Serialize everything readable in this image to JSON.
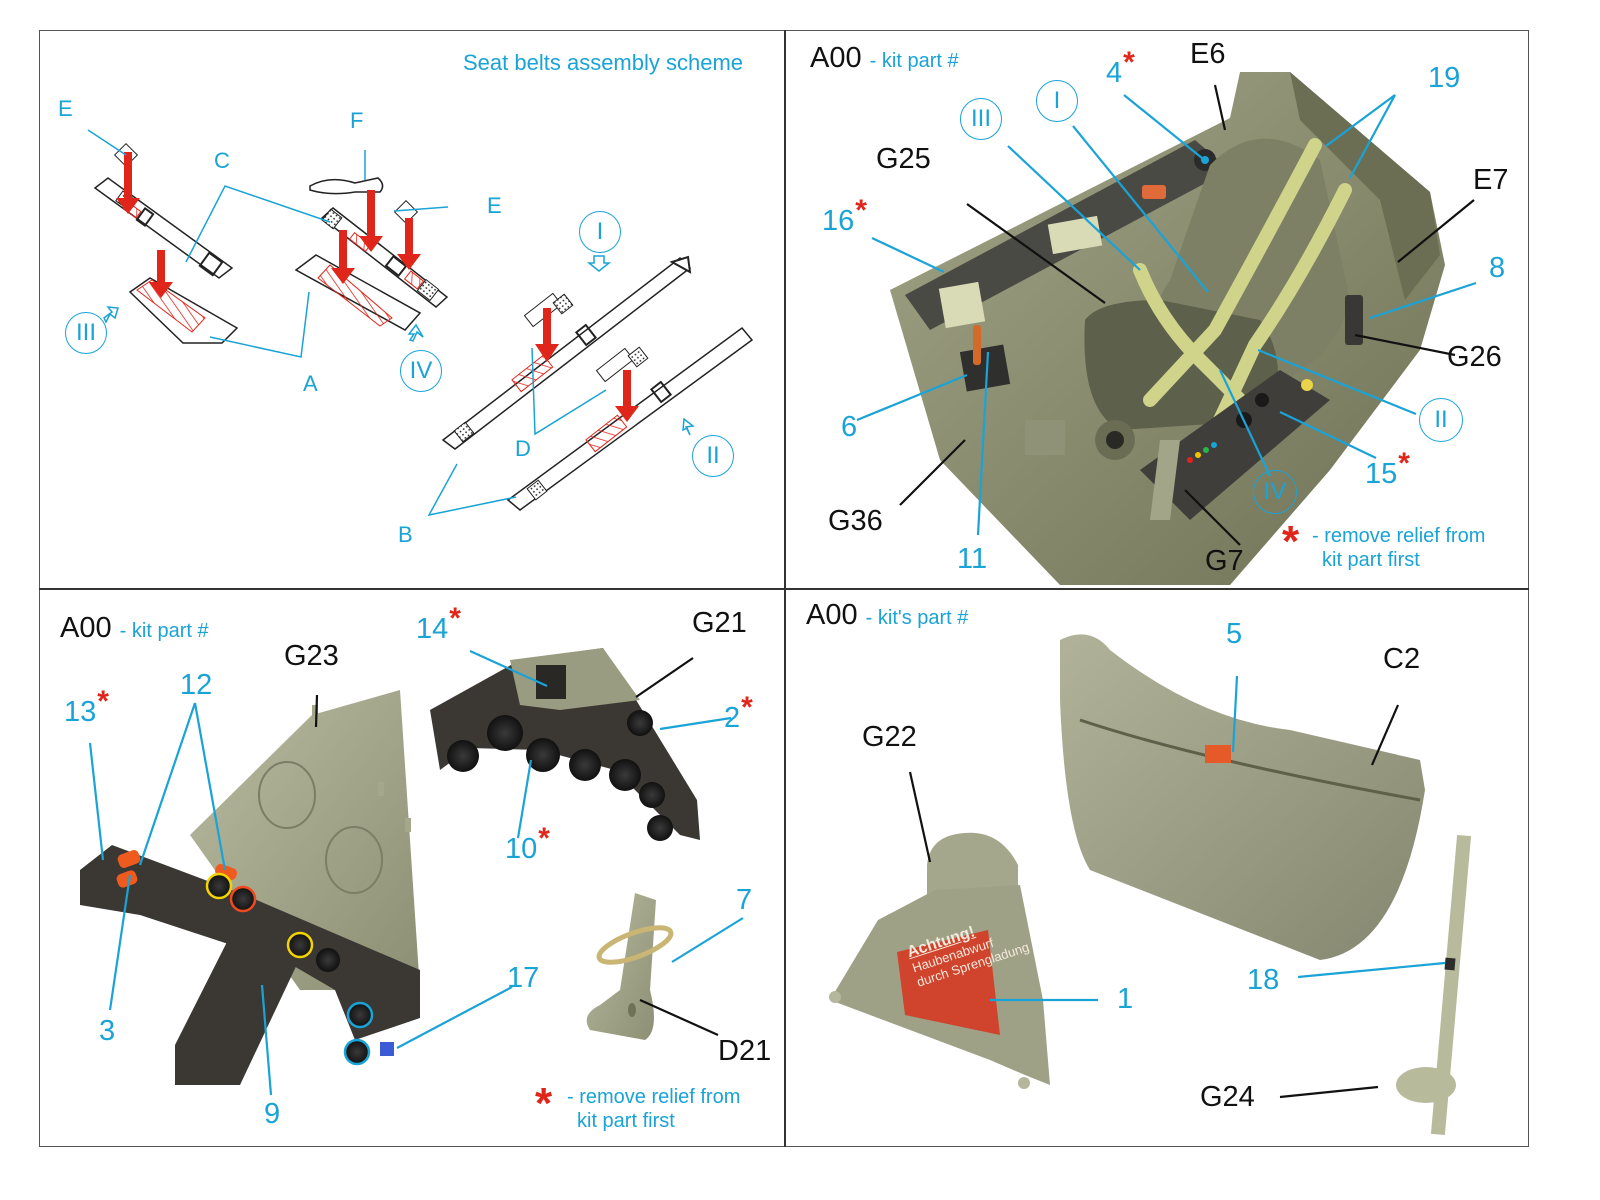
{
  "panels": {
    "seat_belts": {
      "title": "Seat belts assembly scheme",
      "letters": {
        "A": "A",
        "B": "B",
        "C": "C",
        "D": "D",
        "E_left": "E",
        "E_right": "E",
        "F": "F"
      },
      "romans": {
        "I": "I",
        "II": "II",
        "III": "III",
        "IV": "IV"
      }
    },
    "cockpit": {
      "heading_code": "A00",
      "heading_sub": "- kit part #",
      "blue_labels": {
        "p4": "4",
        "p16": "16",
        "p19": "19",
        "p8": "8",
        "p6": "6",
        "p11": "11",
        "p15": "15"
      },
      "black_labels": {
        "E6": "E6",
        "E7": "E7",
        "G25": "G25",
        "G26": "G26",
        "G36": "G36",
        "G7": "G7"
      },
      "romans": {
        "I": "I",
        "II": "II",
        "III": "III",
        "IV": "IV"
      },
      "legend_star": "*",
      "legend_line1": "- remove relief from",
      "legend_line2": "kit part first"
    },
    "instrument": {
      "heading_code": "A00",
      "heading_sub": "- kit part #",
      "blue_labels": {
        "p13": "13",
        "p12": "12",
        "p3": "3",
        "p9": "9",
        "p14": "14",
        "p2": "2",
        "p10": "10",
        "p7": "7",
        "p17": "17"
      },
      "black_labels": {
        "G23": "G23",
        "G21": "G21",
        "D21": "D21"
      },
      "legend_star": "*",
      "legend_line1": "- remove relief from",
      "legend_line2": "kit part first"
    },
    "canopy": {
      "heading_code": "A00",
      "heading_sub": "- kit's part #",
      "blue_labels": {
        "p5": "5",
        "p1": "1",
        "p18": "18"
      },
      "black_labels": {
        "C2": "C2",
        "G22": "G22",
        "G24": "G24"
      },
      "placard": {
        "title": "Achtung!",
        "line1": "Haubenabwurf",
        "line2": "durch Sprengladung"
      }
    }
  },
  "asterisk": "*",
  "colors": {
    "label_blue": "#1aa3d6",
    "warning_red": "#e0261b",
    "model_green": "#8c8e72",
    "panel_dark": "#3d3a36",
    "belt_yellow": "#cfd48a"
  }
}
